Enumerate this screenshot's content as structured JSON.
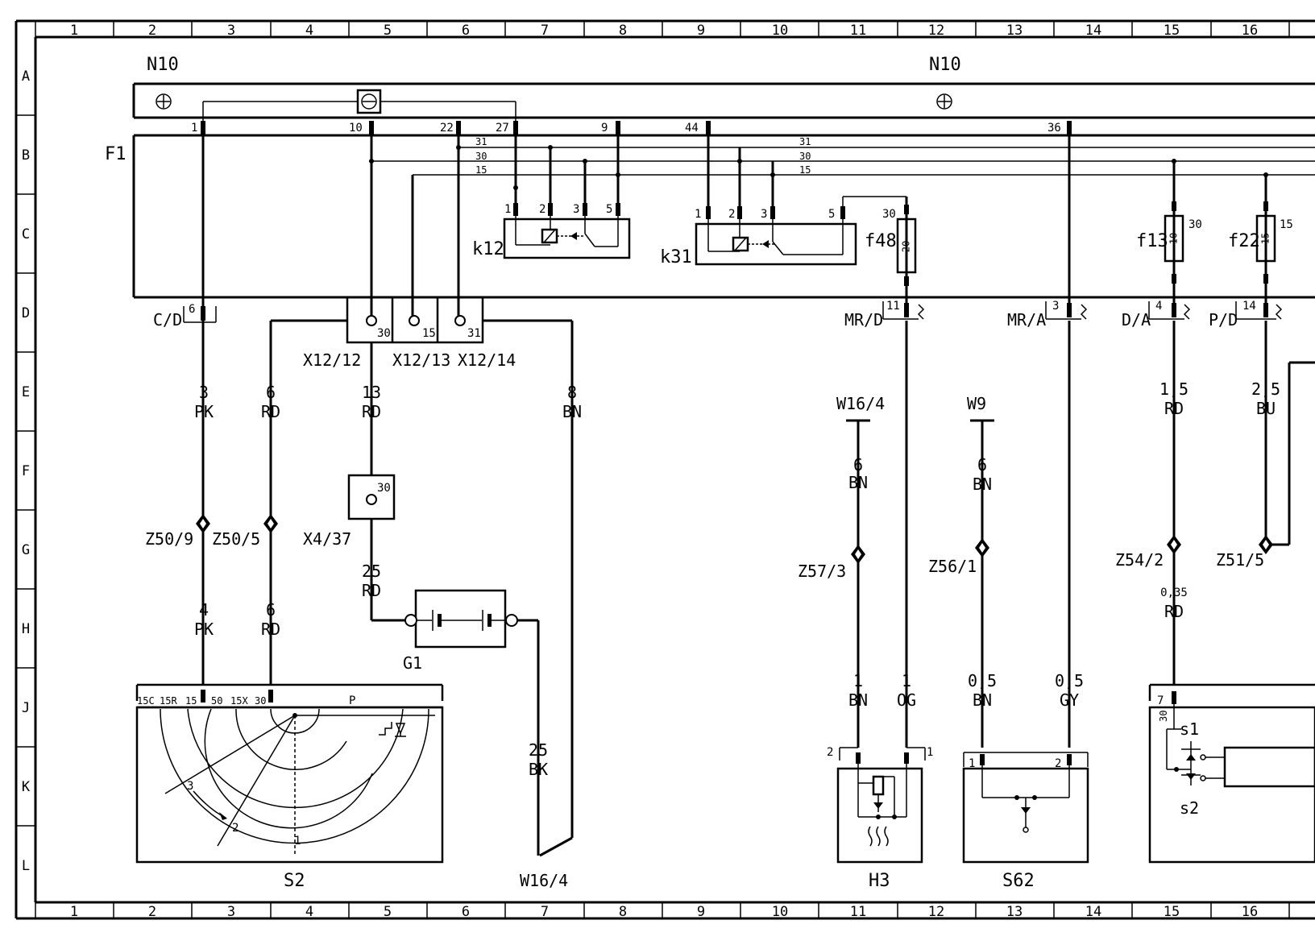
{
  "grid": {
    "columns": [
      "1",
      "2",
      "3",
      "4",
      "5",
      "6",
      "7",
      "8",
      "9",
      "10",
      "11",
      "12",
      "13",
      "14",
      "15",
      "16"
    ],
    "rows": [
      "A",
      "B",
      "C",
      "D",
      "E",
      "F",
      "G",
      "H",
      "J",
      "K",
      "L"
    ]
  },
  "components": {
    "n10_left": "N10",
    "n10_right": "N10",
    "f1": "F1",
    "k12": "k12",
    "k31": "k31",
    "f48": "f48",
    "f48_rating": "20",
    "f13": "f13",
    "f13_rating": "10",
    "f22": "f22",
    "f22_rating": "15",
    "x12_12": "X12/12",
    "x12_13": "X12/13",
    "x12_14": "X12/14",
    "x4_37": "X4/37",
    "g1": "G1",
    "s2": "S2",
    "w16_4_bottom": "W16/4",
    "w16_4_ground": "W16/4",
    "w9": "W9",
    "h3": "H3",
    "s62": "S62",
    "z50_9": "Z50/9",
    "z50_5": "Z50/5",
    "z57_3": "Z57/3",
    "z56_1": "Z56/1",
    "z54_2": "Z54/2",
    "z51_5": "Z51/5",
    "s1": "s1",
    "s2_switch": "s2"
  },
  "connectors": {
    "c_d": "C/D",
    "mr_d": "MR/D",
    "mr_a": "MR/A",
    "d_a": "D/A",
    "p_d": "P/D"
  },
  "pins": {
    "n10_1": "1",
    "n10_10": "10",
    "n10_22": "22",
    "n10_27": "27",
    "n10_9": "9",
    "n10_44": "44",
    "n10_36": "36",
    "bus_31a": "31",
    "bus_30a": "30",
    "bus_15a": "15",
    "bus_31b": "31",
    "bus_30b": "30",
    "bus_15b": "15",
    "k12_1": "1",
    "k12_2": "2",
    "k12_3": "3",
    "k12_5": "5",
    "k31_1": "1",
    "k31_2": "2",
    "k31_3": "3",
    "k31_5": "5",
    "f48_30": "30",
    "f13_30": "30",
    "f22_15": "15",
    "cd_6": "6",
    "mrd_11": "11",
    "mra_3": "3",
    "da_4": "4",
    "pd_14": "14",
    "x12_12_30": "30",
    "x12_13_15": "15",
    "x12_14_31": "31",
    "x4_37_30": "30",
    "s2_15c": "15C",
    "s2_15r": "15R",
    "s2_15": "15",
    "s2_50": "50",
    "s2_15x": "15X",
    "s2_30": "30",
    "s2_p": "P",
    "s2_pos1": "1",
    "s2_pos2": "2",
    "s2_pos3": "3",
    "h3_2": "2",
    "h3_1": "1",
    "s62_1": "1",
    "s62_2": "2",
    "cluster_7": "7",
    "cluster_30": "30"
  },
  "wires": {
    "w_cd_top_size": "3",
    "w_cd_top_color": "PK",
    "w_rd6_top_size": "6",
    "w_rd6_top_color": "RD",
    "w_x1212_size": "13",
    "w_x1212_color": "RD",
    "w_x1214_size": "8",
    "w_x1214_color": "BN",
    "w_x437_size": "25",
    "w_x437_color": "RD",
    "w_g1_size": "25",
    "w_g1_color": "BK",
    "w_cd_bot_size": "4",
    "w_cd_bot_color": "PK",
    "w_rd6_bot_size": "6",
    "w_rd6_bot_color": "RD",
    "w_w164_size": "6",
    "w_w164_color": "BN",
    "w_h3_size": "1",
    "w_h3_color": "BN",
    "w_mrd_size": "1",
    "w_mrd_color": "OG",
    "w_w9_size": "6",
    "w_w9_color": "BN",
    "w_s62_size": "0,5",
    "w_s62_color": "BN",
    "w_mra_size": "0,5",
    "w_mra_color": "GY",
    "w_da_size": "1,5",
    "w_da_color": "RD",
    "w_pd_size": "2,5",
    "w_pd_color": "BU",
    "w_z542_size": "0,35",
    "w_z542_color": "RD"
  }
}
